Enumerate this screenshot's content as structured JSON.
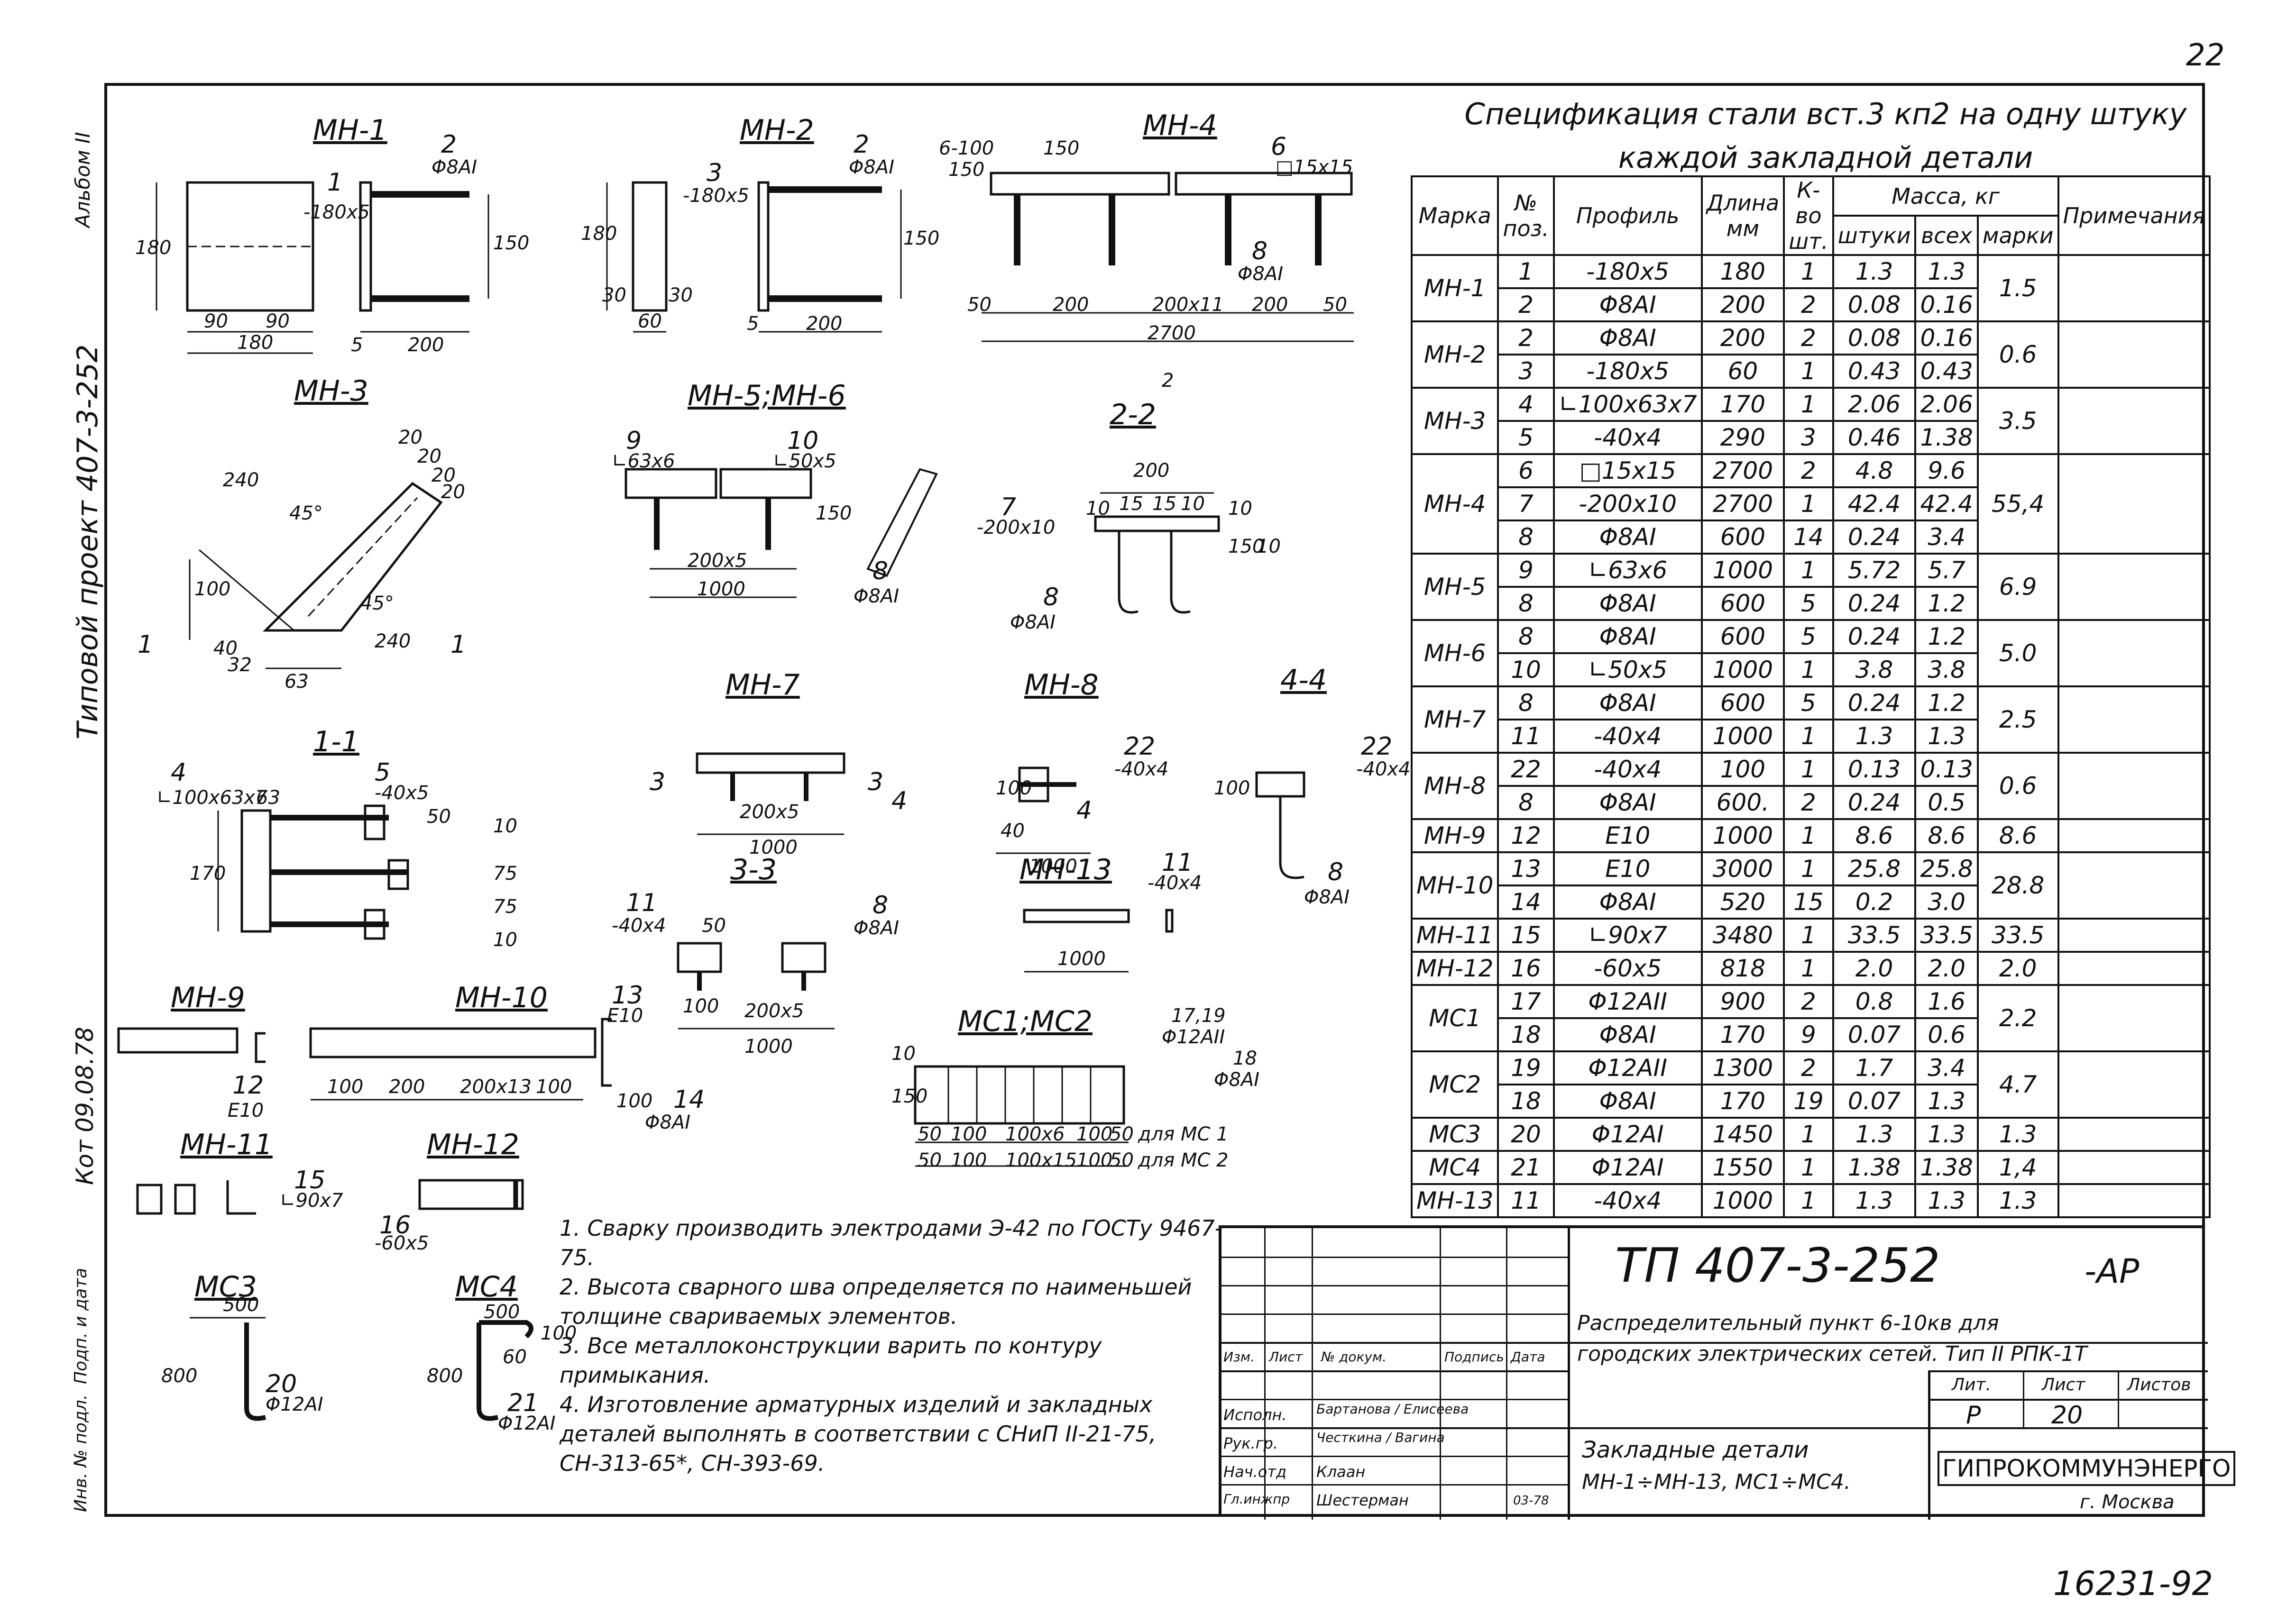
{
  "page": {
    "corner_number": "22",
    "bottom_code": "16231-92",
    "side_texts": [
      "Типовой проект 407-3-252",
      "Альбом II",
      "Кот 09.08.78",
      "Подп. и дата",
      "Инв. № подл."
    ]
  },
  "spec": {
    "title_line1": "Спецификация стали вст.3 кп2 на одну штуку",
    "title_line2": "каждой закладной детали",
    "headers": {
      "mark": "Марка",
      "pos": "№ поз.",
      "profile": "Профиль",
      "length": "Длина мм",
      "qty": "К-во шт.",
      "mass": "Масса, кг",
      "mass_piece": "штуки",
      "mass_all": "всех",
      "mass_mark": "марки",
      "note": "Примечания"
    },
    "groups": [
      {
        "mark": "МН-1",
        "mass_mark": "1.5",
        "rows": [
          {
            "pos": "1",
            "profile": "-180x5",
            "length": "180",
            "qty": "1",
            "piece": "1.3",
            "all": "1.3"
          },
          {
            "pos": "2",
            "profile": "Φ8AI",
            "length": "200",
            "qty": "2",
            "piece": "0.08",
            "all": "0.16"
          }
        ]
      },
      {
        "mark": "МН-2",
        "mass_mark": "0.6",
        "rows": [
          {
            "pos": "2",
            "profile": "Φ8AI",
            "length": "200",
            "qty": "2",
            "piece": "0.08",
            "all": "0.16"
          },
          {
            "pos": "3",
            "profile": "-180x5",
            "length": "60",
            "qty": "1",
            "piece": "0.43",
            "all": "0.43"
          }
        ]
      },
      {
        "mark": "МН-3",
        "mass_mark": "3.5",
        "rows": [
          {
            "pos": "4",
            "profile": "∟100x63x7",
            "length": "170",
            "qty": "1",
            "piece": "2.06",
            "all": "2.06"
          },
          {
            "pos": "5",
            "profile": "-40x4",
            "length": "290",
            "qty": "3",
            "piece": "0.46",
            "all": "1.38"
          }
        ]
      },
      {
        "mark": "МН-4",
        "mass_mark": "55,4",
        "rows": [
          {
            "pos": "6",
            "profile": "□15x15",
            "length": "2700",
            "qty": "2",
            "piece": "4.8",
            "all": "9.6"
          },
          {
            "pos": "7",
            "profile": "-200x10",
            "length": "2700",
            "qty": "1",
            "piece": "42.4",
            "all": "42.4"
          },
          {
            "pos": "8",
            "profile": "Φ8AI",
            "length": "600",
            "qty": "14",
            "piece": "0.24",
            "all": "3.4"
          }
        ]
      },
      {
        "mark": "МН-5",
        "mass_mark": "6.9",
        "rows": [
          {
            "pos": "9",
            "profile": "∟63x6",
            "length": "1000",
            "qty": "1",
            "piece": "5.72",
            "all": "5.7"
          },
          {
            "pos": "8",
            "profile": "Φ8AI",
            "length": "600",
            "qty": "5",
            "piece": "0.24",
            "all": "1.2"
          }
        ]
      },
      {
        "mark": "МН-6",
        "mass_mark": "5.0",
        "rows": [
          {
            "pos": "8",
            "profile": "Φ8AI",
            "length": "600",
            "qty": "5",
            "piece": "0.24",
            "all": "1.2"
          },
          {
            "pos": "10",
            "profile": "∟50x5",
            "length": "1000",
            "qty": "1",
            "piece": "3.8",
            "all": "3.8"
          }
        ]
      },
      {
        "mark": "МН-7",
        "mass_mark": "2.5",
        "rows": [
          {
            "pos": "8",
            "profile": "Φ8AI",
            "length": "600",
            "qty": "5",
            "piece": "0.24",
            "all": "1.2"
          },
          {
            "pos": "11",
            "profile": "-40x4",
            "length": "1000",
            "qty": "1",
            "piece": "1.3",
            "all": "1.3"
          }
        ]
      },
      {
        "mark": "МН-8",
        "mass_mark": "0.6",
        "rows": [
          {
            "pos": "22",
            "profile": "-40x4",
            "length": "100",
            "qty": "1",
            "piece": "0.13",
            "all": "0.13"
          },
          {
            "pos": "8",
            "profile": "Φ8AI",
            "length": "600.",
            "qty": "2",
            "piece": "0.24",
            "all": "0.5"
          }
        ]
      },
      {
        "mark": "МН-9",
        "mass_mark": "8.6",
        "rows": [
          {
            "pos": "12",
            "profile": "Ε10",
            "length": "1000",
            "qty": "1",
            "piece": "8.6",
            "all": "8.6"
          }
        ]
      },
      {
        "mark": "МН-10",
        "mass_mark": "28.8",
        "rows": [
          {
            "pos": "13",
            "profile": "Ε10",
            "length": "3000",
            "qty": "1",
            "piece": "25.8",
            "all": "25.8"
          },
          {
            "pos": "14",
            "profile": "Φ8AI",
            "length": "520",
            "qty": "15",
            "piece": "0.2",
            "all": "3.0"
          }
        ]
      },
      {
        "mark": "МН-11",
        "mass_mark": "33.5",
        "rows": [
          {
            "pos": "15",
            "profile": "∟90x7",
            "length": "3480",
            "qty": "1",
            "piece": "33.5",
            "all": "33.5"
          }
        ]
      },
      {
        "mark": "МН-12",
        "mass_mark": "2.0",
        "rows": [
          {
            "pos": "16",
            "profile": "-60x5",
            "length": "818",
            "qty": "1",
            "piece": "2.0",
            "all": "2.0"
          }
        ]
      },
      {
        "mark": "МС1",
        "mass_mark": "2.2",
        "rows": [
          {
            "pos": "17",
            "profile": "Φ12AII",
            "length": "900",
            "qty": "2",
            "piece": "0.8",
            "all": "1.6"
          },
          {
            "pos": "18",
            "profile": "Φ8AI",
            "length": "170",
            "qty": "9",
            "piece": "0.07",
            "all": "0.6"
          }
        ]
      },
      {
        "mark": "МС2",
        "mass_mark": "4.7",
        "rows": [
          {
            "pos": "19",
            "profile": "Φ12AII",
            "length": "1300",
            "qty": "2",
            "piece": "1.7",
            "all": "3.4"
          },
          {
            "pos": "18",
            "profile": "Φ8AI",
            "length": "170",
            "qty": "19",
            "piece": "0.07",
            "all": "1.3"
          }
        ]
      },
      {
        "mark": "МС3",
        "mass_mark": "1.3",
        "rows": [
          {
            "pos": "20",
            "profile": "Φ12AI",
            "length": "1450",
            "qty": "1",
            "piece": "1.3",
            "all": "1.3"
          }
        ]
      },
      {
        "mark": "МС4",
        "mass_mark": "1,4",
        "rows": [
          {
            "pos": "21",
            "profile": "Φ12AI",
            "length": "1550",
            "qty": "1",
            "piece": "1.38",
            "all": "1.38"
          }
        ]
      },
      {
        "mark": "МН-13",
        "mass_mark": "1.3",
        "rows": [
          {
            "pos": "11",
            "profile": "-40x4",
            "length": "1000",
            "qty": "1",
            "piece": "1.3",
            "all": "1.3"
          }
        ]
      }
    ]
  },
  "drawings": {
    "mn1": "МН-1",
    "mn2": "МН-2",
    "mn4": "МН-4",
    "mn3": "МН-3",
    "mn56": "МН-5;МН-6",
    "sec22": "2-2",
    "sec11": "1-1",
    "mn7": "МН-7",
    "mn8": "МН-8",
    "sec44": "4-4",
    "sec33": "3-3",
    "mn13": "МН-13",
    "mn9": "МН-9",
    "mn10": "МН-10",
    "mc12": "МС1;МС2",
    "mn11": "МН-11",
    "mn12": "МН-12",
    "mc3": "МС3",
    "mc4": "МС4"
  },
  "labels": {
    "mn1_pos1": "1",
    "mn1_prof1": "-180x5",
    "mn1_pos2": "2",
    "mn1_prof2": "Φ8AI",
    "mn1_d180v": "180",
    "mn1_d90a": "90",
    "mn1_d90b": "90",
    "mn1_d180h": "180",
    "mn1_d5": "5",
    "mn1_d200": "200",
    "mn1_d150": "150",
    "mn2_pos3": "3",
    "mn2_prof3": "-180x5",
    "mn2_pos2": "2",
    "mn2_prof2": "Φ8AI",
    "mn2_d180": "180",
    "mn2_d30a": "30",
    "mn2_d30b": "30",
    "mn2_d60": "60",
    "mn2_d5": "5",
    "mn2_d200": "200",
    "mn2_d150": "150",
    "mn4_d6100": "6-100",
    "mn4_d150a": "150",
    "mn4_d150b": "150",
    "mn4_pos6": "6",
    "mn4_prof6": "□15x15",
    "mn4_pos8": "8",
    "mn4_prof8": "Φ8AI",
    "mn4_d50a": "50",
    "mn4_d200a": "200",
    "mn4_d200x11": "200x11",
    "mn4_d200b": "200",
    "mn4_d50b": "50",
    "mn4_d2700": "2700",
    "mn4_sec": "2",
    "mn3_d240a": "240",
    "mn3_d240b": "240",
    "mn3_d45a": "45°",
    "mn3_d45b": "45°",
    "mn3_d20a": "20",
    "mn3_d20b": "20",
    "mn3_d20c": "20",
    "mn3_d20d": "20",
    "mn3_d100": "100",
    "mn3_d40": "40",
    "mn3_d32": "32",
    "mn3_d63": "63",
    "mn3_s1a": "1",
    "mn3_s1b": "1",
    "mn56_pos9": "9",
    "mn56_prof9": "∟63x6",
    "mn56_pos10": "10",
    "mn56_prof10": "∟50x5",
    "mn56_d150": "150",
    "mn56_d200x5": "200x5",
    "mn56_d1000": "1000",
    "mn56_pos8": "8",
    "mn56_prof8": "Φ8AI",
    "s22_d200": "200",
    "s22_d10a": "10",
    "s22_d15a": "15",
    "s22_d15b": "15",
    "s22_d10b": "10",
    "s22_d10c": "10",
    "s22_d150": "150",
    "s22_d10d": "10",
    "s22_pos7": "7",
    "s22_prof7": "-200x10",
    "s22_pos8": "8",
    "s22_prof8": "Φ8AI",
    "s11_pos4": "4",
    "s11_prof4": "∟100x63x7",
    "s11_d63": "63",
    "s11_pos5": "5",
    "s11_prof5": "-40x5",
    "s11_d50": "50",
    "s11_d10a": "10",
    "s11_d75a": "75",
    "s11_d75b": "75",
    "s11_d10b": "10",
    "s11_d170": "170",
    "mn7_s3a": "3",
    "mn7_s3b": "3",
    "mn7_d200x5": "200x5",
    "mn7_d1000": "1000",
    "mn8_pos22": "22",
    "mn8_prof22": "-40x4",
    "mn8_d100": "100",
    "mn8_d40": "40",
    "mn8_d1000": "1000",
    "mn8_s4a": "4",
    "mn8_s4b": "4",
    "s44_pos22": "22",
    "s44_prof22": "-40x4",
    "s44_d100": "100",
    "s44_pos8": "8",
    "s44_prof8": "Φ8AI",
    "s33_pos11": "11",
    "s33_prof11": "-40x4",
    "s33_pos8": "8",
    "s33_prof8": "Φ8AI",
    "s33_d50": "50",
    "s33_d100": "100",
    "s33_d200x5": "200x5",
    "s33_d1000": "1000",
    "mn13_pos11": "11",
    "mn13_prof11": "-40x4",
    "mn13_d1000": "1000",
    "mn9_pos12": "12",
    "mn9_prof12": "Ε10",
    "mn10_pos13": "13",
    "mn10_prof13": "Ε10",
    "mn10_d100a": "100",
    "mn10_d200": "200",
    "mn10_d200x13": "200x13",
    "mn10_d100b": "100",
    "mn10_pos14": "14",
    "mn10_prof14": "Φ8AI",
    "mn10_d100c": "100",
    "mc12_pos1719": "17,19",
    "mc12_prof17": "Φ12AII",
    "mc12_pos18": "18",
    "mc12_prof18": "Φ8AI",
    "mc12_d10": "10",
    "mc12_d150": "150",
    "mc12_d50a": "50",
    "mc12_d100a": "100",
    "mc12_d100x6": "100x6",
    "mc12_d100b": "100",
    "mc12_d50b": "50",
    "mc12_for1": "для МС 1",
    "mc12_d50c": "50",
    "mc12_d100c": "100",
    "mc12_d100x15": "100x15",
    "mc12_d100d": "100",
    "mc12_d50d": "50",
    "mc12_for2": "для МС 2",
    "mn11_pos15": "15",
    "mn11_prof15": "∟90x7",
    "mn12_pos16": "16",
    "mn12_prof16": "-60x5",
    "mc3_d500": "500",
    "mc3_d800": "800",
    "mc3_pos20": "20",
    "mc3_prof20": "Φ12AI",
    "mc4_d500": "500",
    "mc4_d100": "100",
    "mc4_d60": "60",
    "mc4_d800": "800",
    "mc4_pos21": "21",
    "mc4_prof21": "Φ12AI"
  },
  "notes": [
    "1. Сварку производить электродами Э-42 по ГОСТу 9467-75.",
    "2. Высота сварного шва определяется по наименьшей толщине свариваемых элементов.",
    "3. Все металлоконструкции варить по контуру примыкания.",
    "4. Изготовление арматурных изделий и закладных деталей выполнять в соответствии с СНиП II-21-75, СН-313-65*, СН-393-69."
  ],
  "title_block": {
    "code": "ТП 407-3-252",
    "suffix": "-АР",
    "project_line1": "Распределительный пункт 6-10кв для",
    "project_line2": "городских электрических сетей. Тип II РПК-1Т",
    "sheet_title_line1": "Закладные детали",
    "sheet_title_line2": "МН-1÷МН-13, МС1÷МС4.",
    "col_headers": [
      "Изм.",
      "Лист",
      "№ докум.",
      "Подпись",
      "Дата"
    ],
    "roles": [
      "Исполн.",
      "Рук.гр.",
      "Нач.отд",
      "Гл.инжпр"
    ],
    "names": [
      "Бартанова / Елисеева",
      "Честкина / Вагина",
      "Клаан",
      "Шестерман"
    ],
    "date": "03-78",
    "lit_label": "Лит.",
    "sheet_label": "Лист",
    "sheets_label": "Листов",
    "lit_value": "Р",
    "sheet_value": "20",
    "org": "ГИПРОКОММУНЭНЕРГО",
    "city": "г. Москва"
  }
}
